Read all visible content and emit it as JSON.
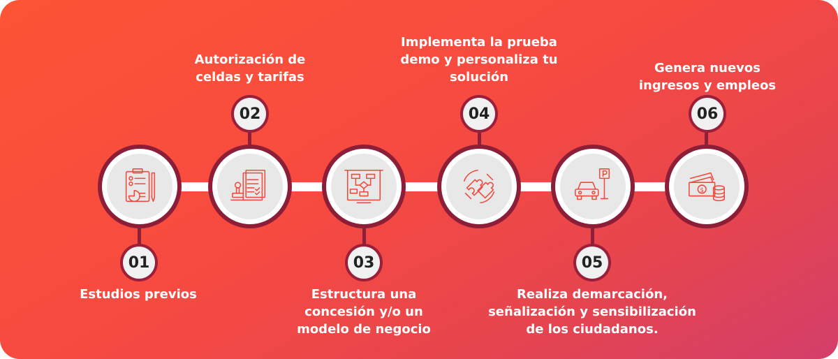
{
  "steps": [
    {
      "number": "01",
      "label": "Estudios previos",
      "icon": "checklist-chart-icon"
    },
    {
      "number": "02",
      "label": "Autorización de\nceldas y tarifas",
      "icon": "stamp-document-icon"
    },
    {
      "number": "03",
      "label": "Estructura una\nconcesión y/o un\nmodelo de negocio",
      "icon": "flowchart-board-icon"
    },
    {
      "number": "04",
      "label": "Implementa la prueba\ndemo y personaliza tu\nsolución",
      "icon": "puzzle-pieces-icon"
    },
    {
      "number": "05",
      "label": "Realiza demarcación,\nseñalización y sensibilización\nde los ciudadanos.",
      "icon": "car-parking-sign-icon"
    },
    {
      "number": "06",
      "label": "Genera nuevos\ningresos y empleos",
      "icon": "money-coins-icon"
    }
  ],
  "colors": {
    "background_start": "#fd5436",
    "background_end": "#d33e6a",
    "ring": "#8c1e37",
    "icon_stroke": "#f04a3e",
    "badge_text": "#222222"
  }
}
